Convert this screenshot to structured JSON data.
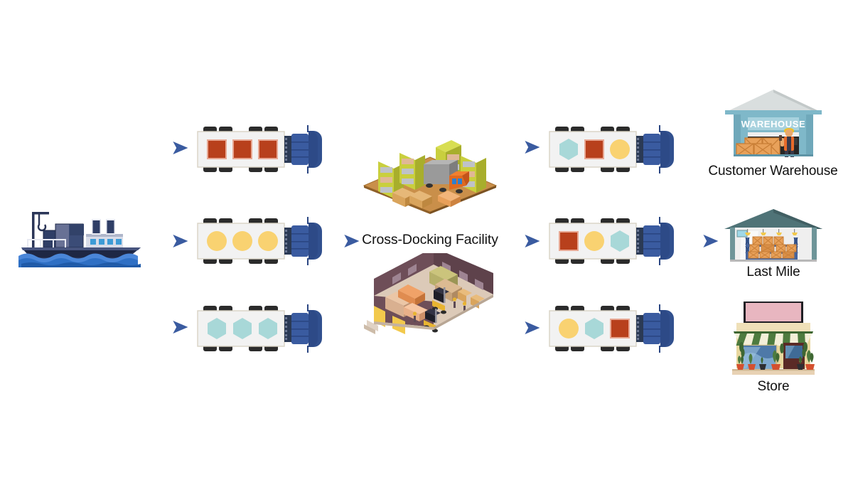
{
  "diagram": {
    "title_visible": false,
    "background": "#ffffff"
  },
  "palette": {
    "cargo_square": "#B8401C",
    "cargo_square_border": "#E8A893",
    "cargo_circle": "#F9D271",
    "cargo_hexagon": "#A8D8D8",
    "trailer_body": "#F2F2F2",
    "trailer_border": "#D8D2C4",
    "cab_blue": "#3A5BA0",
    "cab_blue_dark": "#2B4682",
    "arrow_blue": "#3A5BA0",
    "wheel_dark": "#2B2B2B",
    "text": "#111111",
    "warehouse_teal": "#7FB8C9",
    "warehouse_roof": "#D9DEDE",
    "lastmile_roof": "#4F7377",
    "store_awning_green": "#4E7B3F",
    "store_sign_pink": "#E8B6C0",
    "crate_orange": "#E08A3C",
    "ship_hull": "#2A3557",
    "ship_water": "#2E6FC4"
  },
  "source": {
    "name": "Container Ship",
    "icon": "cargo-ship-icon"
  },
  "inbound_trucks": [
    {
      "id": "inbound-truck-1",
      "cargo": [
        "square",
        "square",
        "square"
      ],
      "cargo_colors": [
        "#B8401C",
        "#B8401C",
        "#B8401C"
      ]
    },
    {
      "id": "inbound-truck-2",
      "cargo": [
        "circle",
        "circle",
        "circle"
      ],
      "cargo_colors": [
        "#F9D271",
        "#F9D271",
        "#F9D271"
      ]
    },
    {
      "id": "inbound-truck-3",
      "cargo": [
        "hexagon",
        "hexagon",
        "hexagon"
      ],
      "cargo_colors": [
        "#A8D8D8",
        "#A8D8D8",
        "#A8D8D8"
      ]
    }
  ],
  "facility": {
    "label": "Cross-Docking Facility",
    "top_illustration": "warehouse-racks-truck-isometric",
    "bottom_illustration": "warehouse-interior-forklifts-isometric"
  },
  "outbound_trucks": [
    {
      "id": "outbound-truck-1",
      "cargo": [
        "hexagon",
        "square",
        "circle"
      ],
      "cargo_colors": [
        "#A8D8D8",
        "#B8401C",
        "#F9D271"
      ]
    },
    {
      "id": "outbound-truck-2",
      "cargo": [
        "square",
        "circle",
        "hexagon"
      ],
      "cargo_colors": [
        "#B8401C",
        "#F9D271",
        "#A8D8D8"
      ]
    },
    {
      "id": "outbound-truck-3",
      "cargo": [
        "circle",
        "hexagon",
        "square"
      ],
      "cargo_colors": [
        "#F9D271",
        "#A8D8D8",
        "#B8401C"
      ]
    }
  ],
  "destinations": [
    {
      "id": "destination-customer-warehouse",
      "label": "Customer Warehouse",
      "sign_text": "WAREHOUSE",
      "icon": "warehouse-building-icon"
    },
    {
      "id": "destination-last-mile",
      "label": "Last Mile",
      "icon": "warehouse-racking-cutaway-icon"
    },
    {
      "id": "destination-store",
      "label": "Store",
      "icon": "storefront-icon"
    }
  ],
  "connectors": {
    "ship_to_trucks": "3-way-branch-right",
    "trucks_to_facility": "single-arrow-right",
    "facility_to_trucks": "3-way-branch-right",
    "truck_to_last_mile": "single-arrow-right"
  }
}
